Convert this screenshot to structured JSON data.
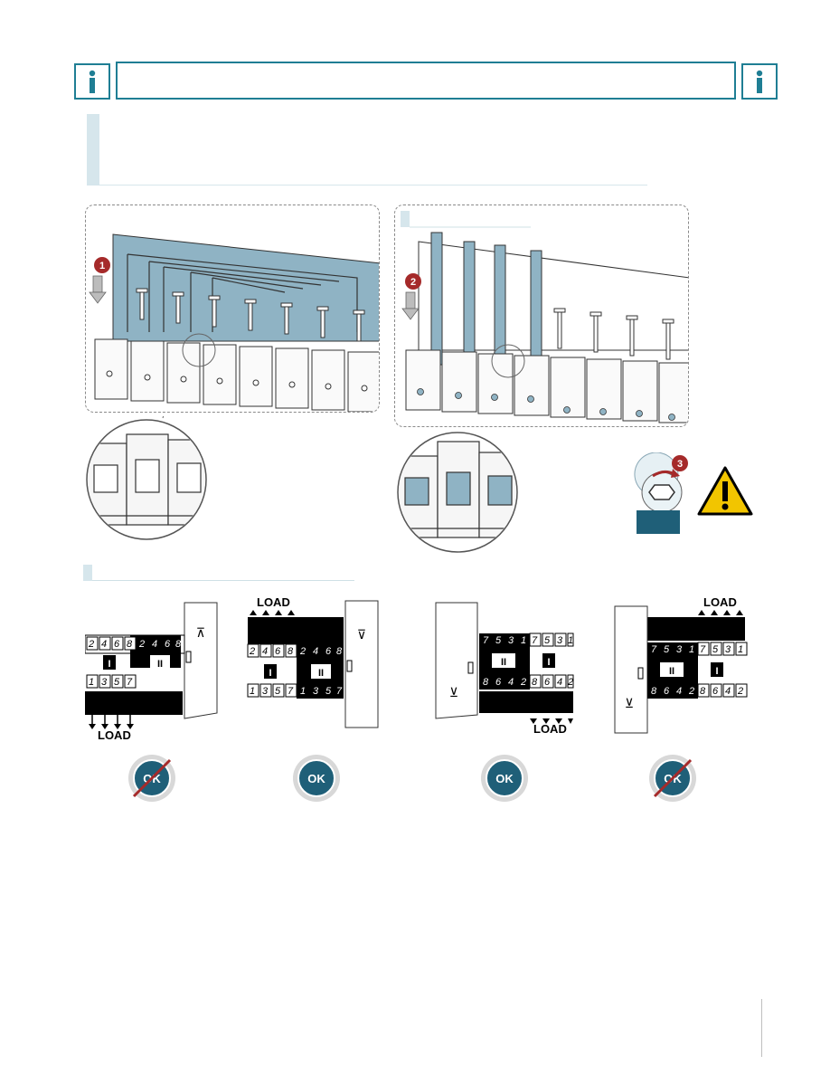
{
  "header": {
    "info_icon_left": "info-icon",
    "info_icon_right": "info-icon",
    "title": ""
  },
  "steps": {
    "step1": "1",
    "step2": "2",
    "step3": "3"
  },
  "labels": {
    "load": "LOAD",
    "ok": "OK",
    "phase_I": "I",
    "phase_II": "II"
  },
  "variants": [
    {
      "status": "not-ok",
      "load_position": "bottom"
    },
    {
      "status": "ok",
      "load_position": "top"
    },
    {
      "status": "ok",
      "load_position": "bottom"
    },
    {
      "status": "not-ok",
      "load_position": "top"
    }
  ],
  "terminal_numbers": {
    "top_left": [
      "2",
      "4",
      "6",
      "8"
    ],
    "bottom_left": [
      "1",
      "3",
      "5",
      "7"
    ],
    "top_right": [
      "7",
      "5",
      "3",
      "1"
    ],
    "bottom_right": [
      "8",
      "6",
      "4",
      "2"
    ]
  },
  "colors": {
    "accent": "#1f7e94",
    "busbar": "#8fb3c4",
    "step_marker": "#a52a2a",
    "ok_badge": "#1f5f78",
    "warning": "#f2c500"
  }
}
